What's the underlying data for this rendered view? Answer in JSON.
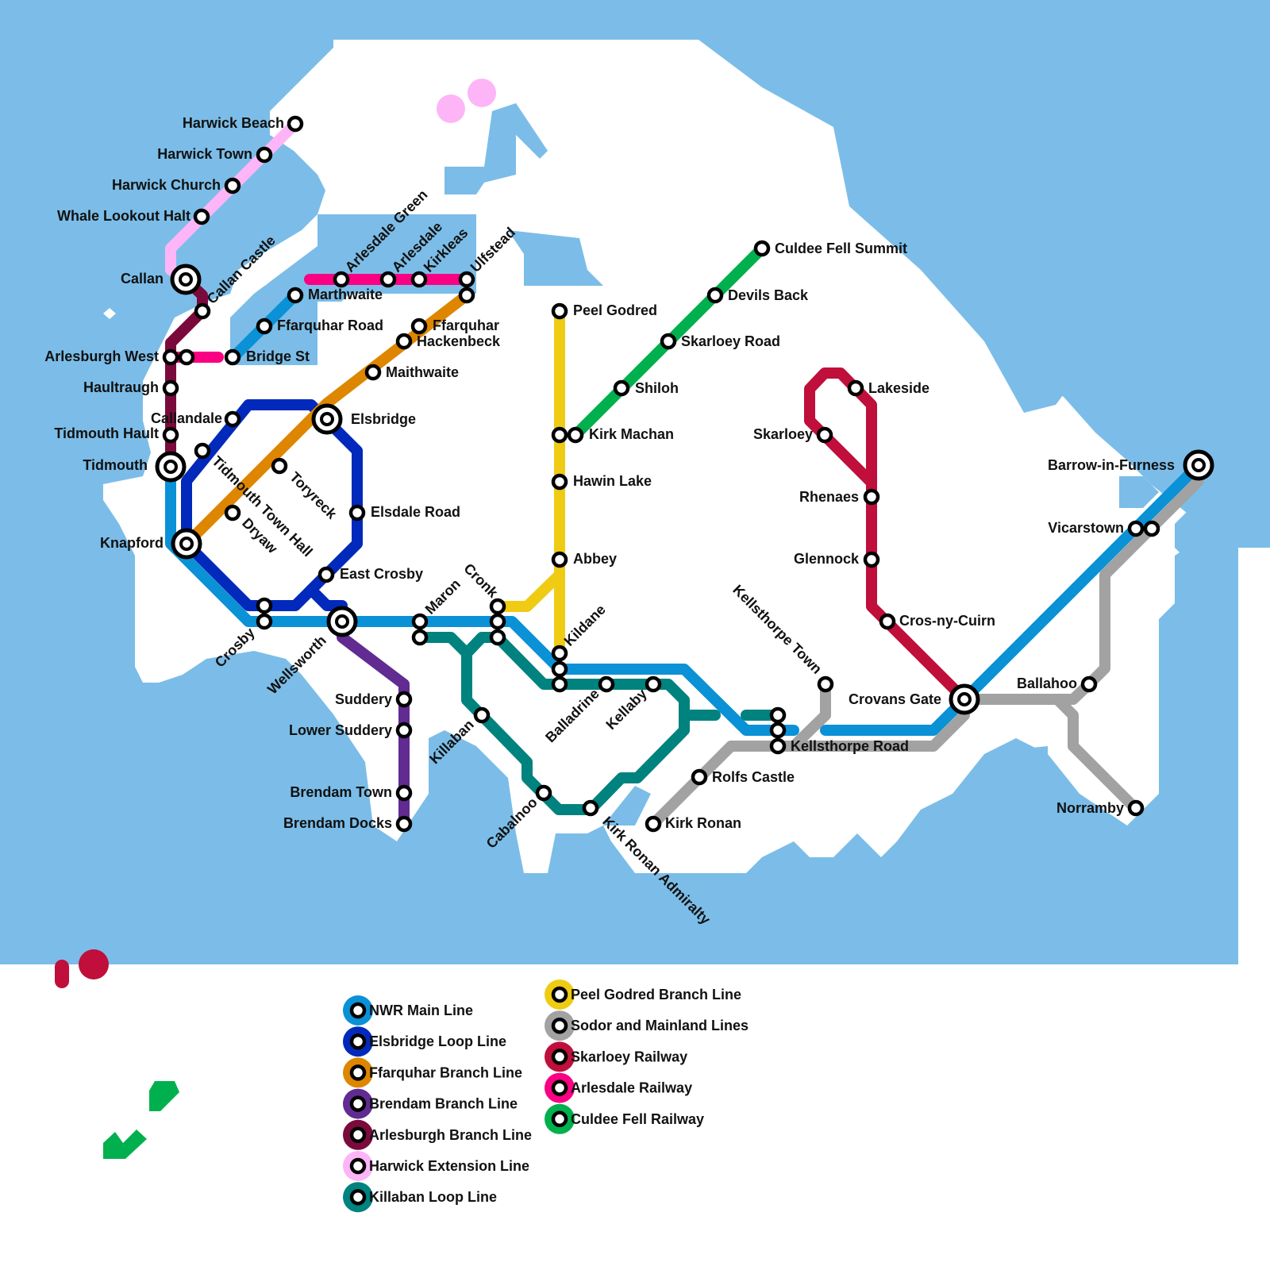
{
  "colors": {
    "water": "#7bbde8",
    "land": "#ffffff",
    "main": "#0a91d6",
    "loop": "#0129bb",
    "ffarquhar": "#de8600",
    "brendam": "#612b91",
    "arlesburgh": "#7b0a3c",
    "harwick": "#fdb5f7",
    "killaban": "#00827f",
    "peel": "#efcb13",
    "sodor_mainland": "#a2a2a2",
    "skarloey": "#bf0f3a",
    "arlesdale": "#fa0082",
    "culdee": "#00b04e"
  },
  "stations": {
    "harwick_beach": "Harwick Beach",
    "harwick_town": "Harwick Town",
    "harwick_church": "Harwick Church",
    "whale_lookout_halt": "Whale Lookout Halt",
    "callan": "Callan",
    "callan_castle": "Callan Castle",
    "arlesburgh_west": "Arlesburgh West",
    "haultraugh": "Haultraugh",
    "callandale": "Callandale",
    "tidmouth_hault": "Tidmouth Hault",
    "tidmouth": "Tidmouth",
    "tidmouth_town_hall": "Tidmouth Town Hall",
    "knapford": "Knapford",
    "dryaw": "Dryaw",
    "toryreck": "Toryreck",
    "crosby": "Crosby",
    "wellsworth": "Wellsworth",
    "arlesdale_green": "Arlesdale Green",
    "arlesdale": "Arlesdale",
    "kirkleas": "Kirkleas",
    "ulfstead": "Ulfstead",
    "marthwaite": "Marthwaite",
    "ffarquhar_road": "Ffarquhar Road",
    "bridge_st": "Bridge St",
    "ffarquhar": "Ffarquhar",
    "hackenbeck": "Hackenbeck",
    "maithwaite": "Maithwaite",
    "elsbridge": "Elsbridge",
    "elsdale_road": "Elsdale Road",
    "east_crosby": "East Crosby",
    "maron": "Maron",
    "cronk": "Cronk",
    "suddery": "Suddery",
    "lower_suddery": "Lower Suddery",
    "brendam_town": "Brendam Town",
    "brendam_docks": "Brendam Docks",
    "killaban": "Killaban",
    "cabalnoo": "Cabalnoo",
    "kirk_ronan_admiralty": "Kirk Ronan Admiralty",
    "balladrine": "Balladrine",
    "kellaby": "Kellaby",
    "kildane": "Kildane",
    "peel_godred": "Peel Godred",
    "kirk_machan": "Kirk Machan",
    "hawin_lake": "Hawin Lake",
    "abbey": "Abbey",
    "culdee_fell_summit": "Culdee Fell Summit",
    "devils_back": "Devils Back",
    "skarloey_road": "Skarloey Road",
    "shiloh": "Shiloh",
    "lakeside": "Lakeside",
    "skarloey": "Skarloey",
    "rhenaes": "Rhenaes",
    "glennock": "Glennock",
    "cros_ny_cuirn": "Cros-ny-Cuirn",
    "crovans_gate": "Crovans Gate",
    "kellsthorpe_town": "Kellsthorpe Town",
    "kellsthorpe_road": "Kellsthorpe Road",
    "rolfs_castle": "Rolfs Castle",
    "kirk_ronan": "Kirk Ronan",
    "barrow_in_furness": "Barrow-in-Furness",
    "vicarstown": "Vicarstown",
    "ballahoo": "Ballahoo",
    "norramby": "Norramby"
  },
  "legend": [
    {
      "label": "NWR Main Line",
      "color": "#0a91d6"
    },
    {
      "label": "Elsbridge Loop Line",
      "color": "#0129bb"
    },
    {
      "label": "Ffarquhar Branch Line",
      "color": "#de8600"
    },
    {
      "label": "Brendam Branch Line",
      "color": "#612b91"
    },
    {
      "label": "Arlesburgh Branch Line",
      "color": "#7b0a3c"
    },
    {
      "label": "Harwick Extension Line",
      "color": "#fdb5f7"
    },
    {
      "label": "Killaban Loop Line",
      "color": "#00827f"
    },
    {
      "label": "Peel Godred Branch Line",
      "color": "#efcb13"
    },
    {
      "label": "Sodor and Mainland Lines",
      "color": "#a2a2a2"
    },
    {
      "label": "Skarloey Railway",
      "color": "#bf0f3a"
    },
    {
      "label": "Arlesdale Railway",
      "color": "#fa0082"
    },
    {
      "label": "Culdee Fell Railway",
      "color": "#00b04e"
    }
  ]
}
